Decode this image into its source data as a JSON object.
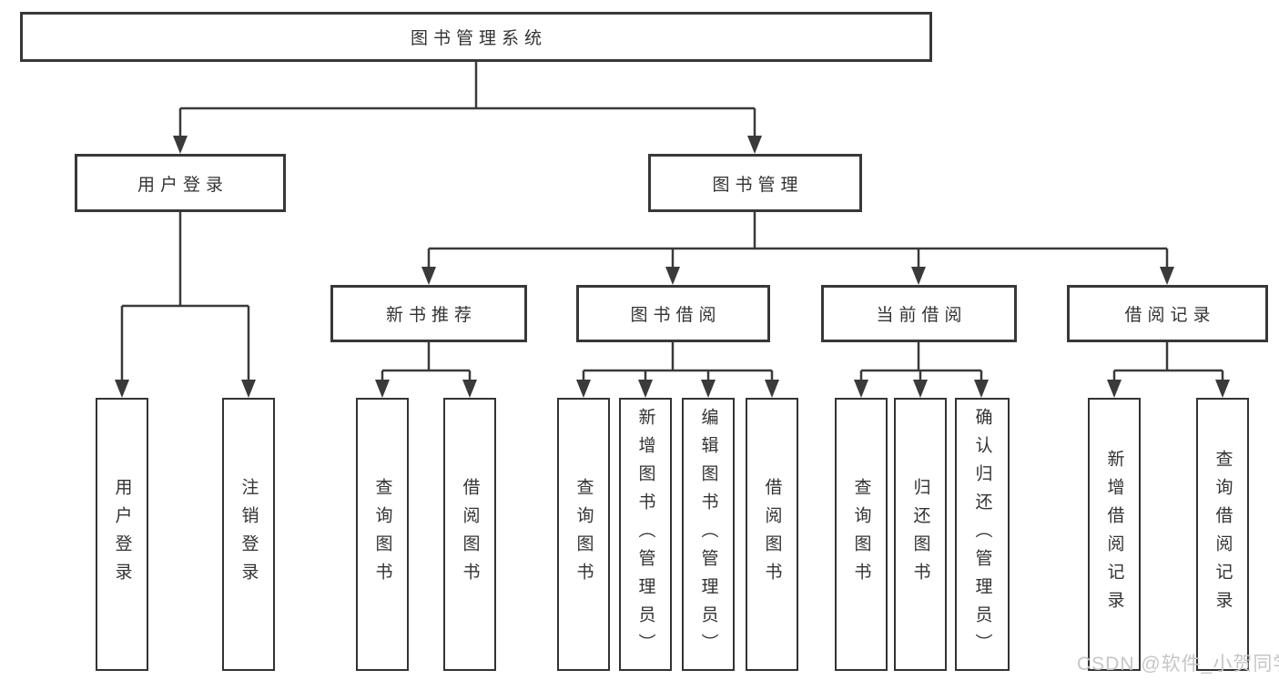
{
  "tree": {
    "root": "图书管理系统",
    "branches": {
      "user": {
        "label": "用户登录",
        "leaves": {
          "login": "用户登录",
          "logout": "注销登录"
        }
      },
      "management": {
        "label": "图书管理",
        "groups": {
          "recommend": {
            "label": "新书推荐",
            "leaves": {
              "query": "查询图书",
              "borrow": "借阅图书"
            }
          },
          "borrowing": {
            "label": "图书借阅",
            "leaves": {
              "query": "查询图书",
              "add": "新增图书（管理员）",
              "edit": "编辑图书（管理员）",
              "borrow": "借阅图书"
            }
          },
          "current": {
            "label": "当前借阅",
            "leaves": {
              "query": "查询图书",
              "return": "归还图书",
              "confirm": "确认归还（管理员）"
            }
          },
          "records": {
            "label": "借阅记录",
            "leaves": {
              "add": "新增借阅记录",
              "query": "查询借阅记录"
            }
          }
        }
      }
    }
  },
  "watermark": "CSDN @软件_小贺同学",
  "colors": {
    "line": "#3a3a3a",
    "text": "#333333",
    "background": "#ffffff",
    "watermark": "#c6c6c6"
  }
}
